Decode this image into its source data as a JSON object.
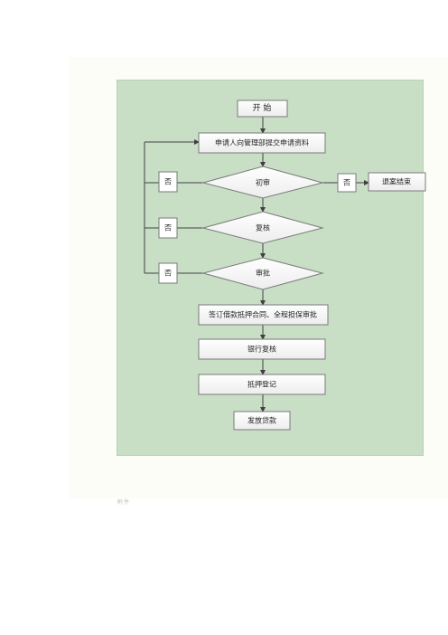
{
  "flowchart": {
    "start": "开  始",
    "submit": "申请人向管理部提交申请资料",
    "initial_review": "初审",
    "reject_exit": "退案结束",
    "recheck": "复核",
    "approval": "审批",
    "sign_contract": "签订借款抵押合同、全程担保审批",
    "bank_recheck": "银行复核",
    "mortgage_registration": "抵押登记",
    "loan_disbursement": "发放贷款",
    "no_label": "否"
  },
  "footnote": "附件",
  "colors": {
    "panel_bg": "#c8dfc6",
    "box_border": "#7a7a7a",
    "line": "#404040"
  }
}
